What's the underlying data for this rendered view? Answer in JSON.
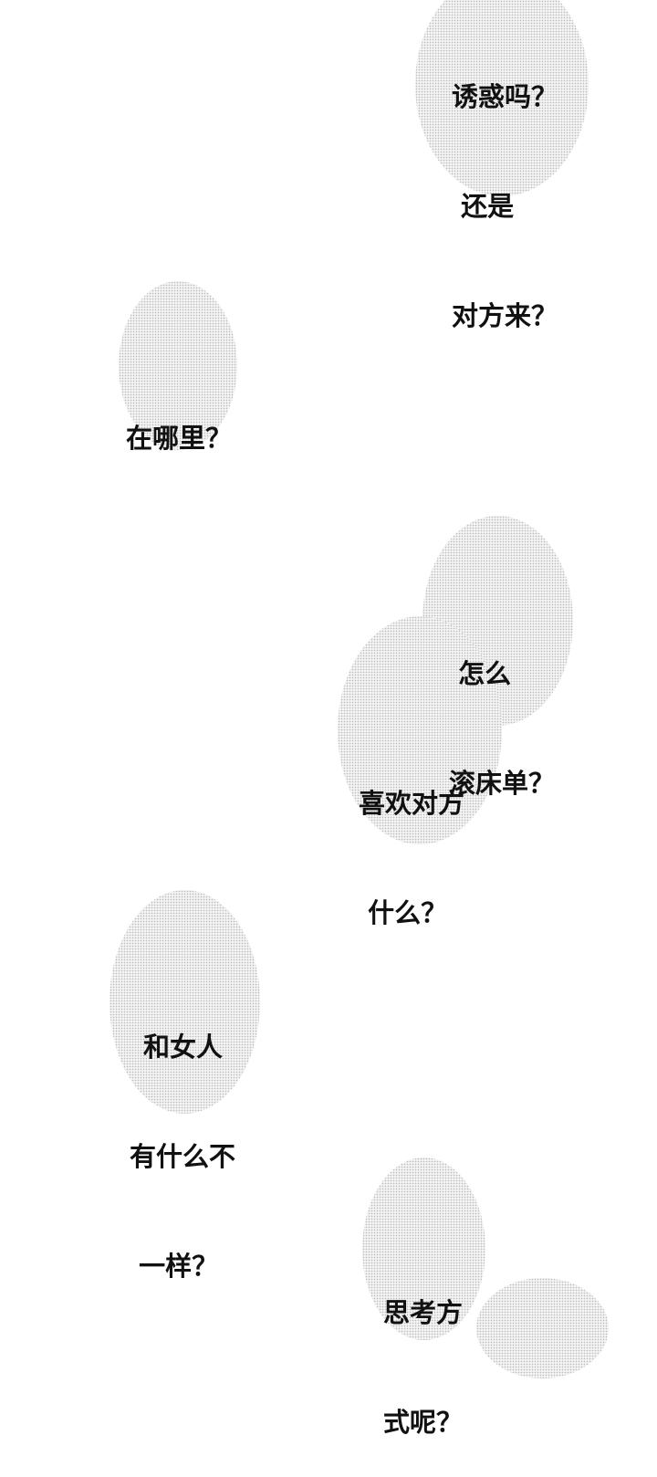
{
  "bubbles": {
    "b1": {
      "lines": [
        "诱惑吗？",
        " 还是",
        "对方来？"
      ]
    },
    "b2": {
      "lines": [
        "在哪里？"
      ]
    },
    "b3": {
      "lines": [
        " 怎么",
        "滚床单？"
      ]
    },
    "b4": {
      "lines": [
        "喜欢对方",
        " 什么？"
      ]
    },
    "b5": {
      "lines": [
        "和女人",
        "有什么不",
        " 一样？"
      ]
    },
    "b6": {
      "lines": [
        "思考方",
        "式呢？"
      ]
    }
  },
  "colors": {
    "bubble_fill": "#f4f4f4",
    "bubble_dots": "#bdbdbd",
    "text": "#111111"
  }
}
